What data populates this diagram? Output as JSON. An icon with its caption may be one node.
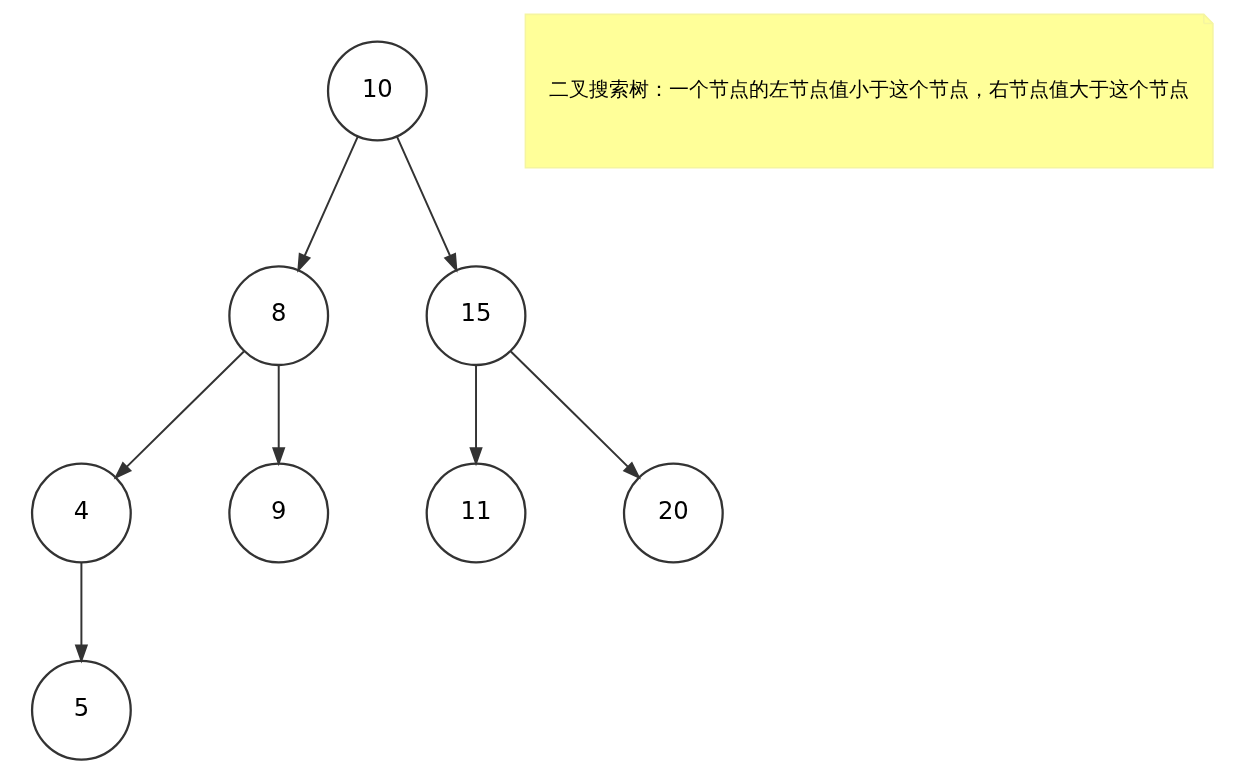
{
  "diagram": {
    "nodes": [
      {
        "text": [
          "10"
        ]
      },
      {
        "text": [
          "二叉搜索树：一个节点的左节点值小于这个节点，右节点值大于这个节点"
        ]
      },
      {
        "text": [
          "8"
        ]
      },
      {
        "text": [
          "15"
        ]
      },
      {
        "text": [
          "4"
        ]
      },
      {
        "text": [
          "9"
        ]
      },
      {
        "text": [
          "11"
        ]
      },
      {
        "text": [
          "20"
        ]
      },
      {
        "text": [
          "5"
        ]
      }
    ],
    "edges": [
      {
        "from": 0,
        "to": 2,
        "arrow": "to"
      },
      {
        "from": 0,
        "to": 3,
        "arrow": "to"
      },
      {
        "from": 2,
        "to": 4,
        "arrow": "to"
      },
      {
        "from": 2,
        "to": 5,
        "arrow": "to"
      },
      {
        "from": 3,
        "to": 6,
        "arrow": "to"
      },
      {
        "from": 3,
        "to": 7,
        "arrow": "to"
      },
      {
        "from": 4,
        "to": 8,
        "arrow": "to"
      }
    ]
  }
}
